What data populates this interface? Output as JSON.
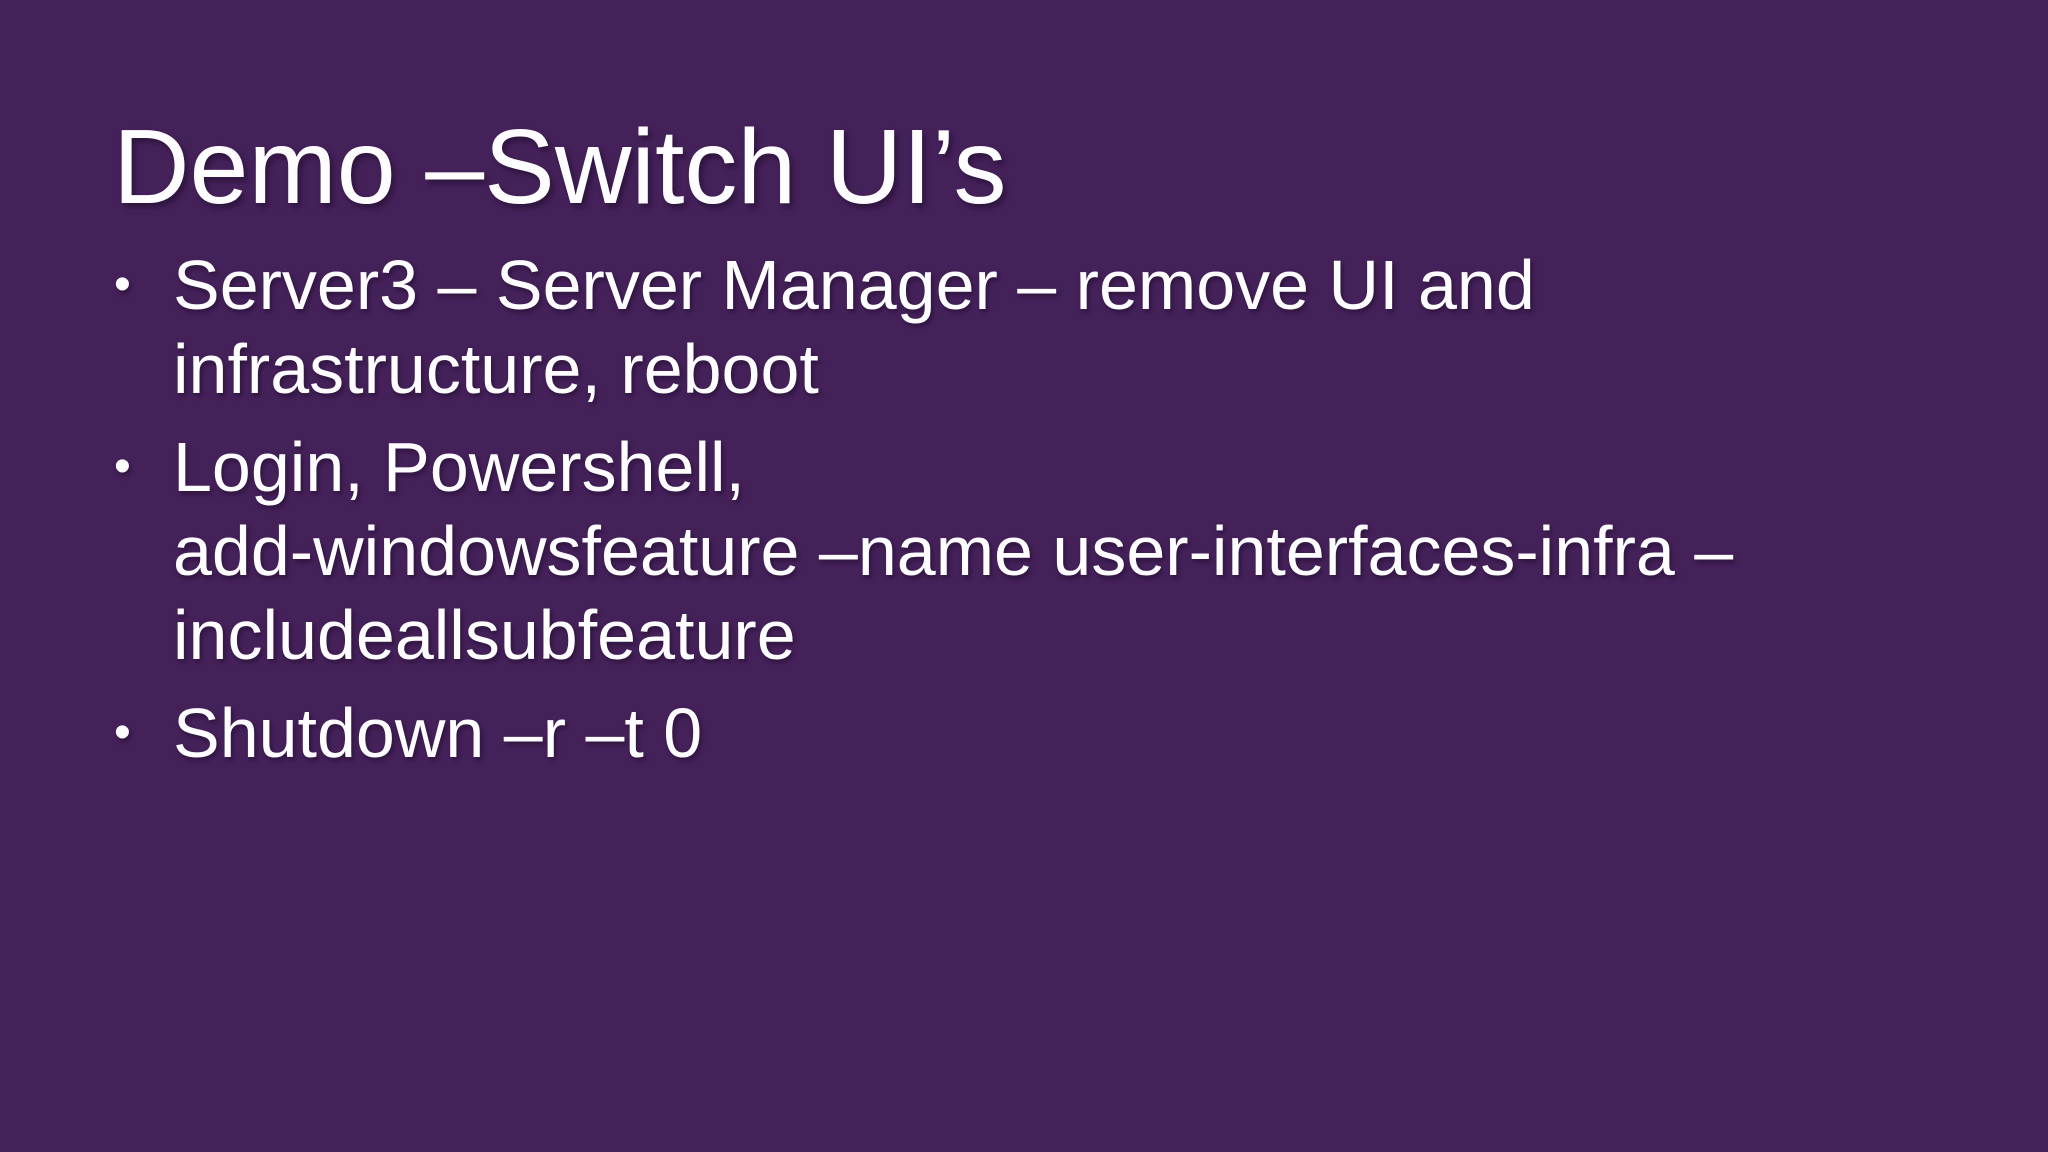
{
  "slide": {
    "title": "Demo –Switch UI’s",
    "bullet_char": "•",
    "bullets": [
      {
        "text": "Server3 – Server Manager – remove UI and\ninfrastructure, reboot"
      },
      {
        "text": "Login, Powershell,\nadd-windowsfeature –name user-interfaces-infra –\nincludeallsubfeature"
      },
      {
        "text": "Shutdown –r –t 0"
      }
    ],
    "colors": {
      "background": "#45215A",
      "text": "#FDFCFE"
    }
  }
}
